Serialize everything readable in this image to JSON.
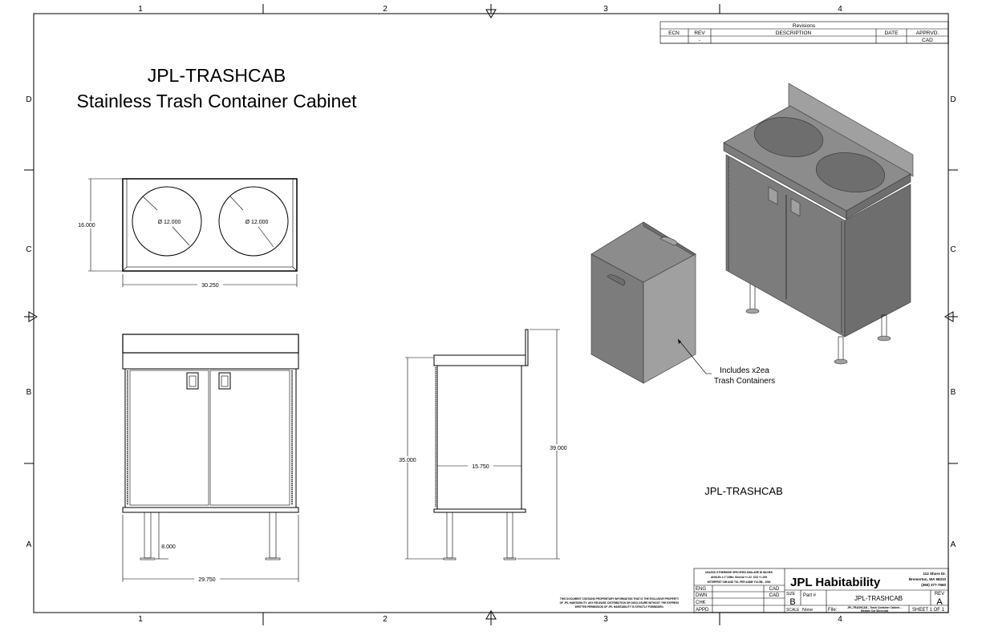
{
  "title": {
    "part": "JPL-TRASHCAB",
    "description": "Stainless Trash Container Cabinet"
  },
  "zones": {
    "columns": [
      "1",
      "2",
      "3",
      "4"
    ],
    "rows": [
      "D",
      "C",
      "B",
      "A"
    ]
  },
  "revisions": {
    "heading": "Revisions",
    "headers": [
      "ECN",
      "REV",
      "DESCRIPTION",
      "DATE",
      "APPRVD."
    ],
    "rows": [
      {
        "ecn": "",
        "rev": "-",
        "description": "",
        "date": "",
        "apprvd": "CAD"
      }
    ]
  },
  "dimensions": {
    "top_depth": "16.000",
    "top_width": "30.250",
    "hole_1": "Ø 12.000",
    "hole_2": "Ø 12.000",
    "front_width": "29.750",
    "leg_height": "8.000",
    "side_height": "35.000",
    "overall_height": "39.000",
    "side_depth": "15.750"
  },
  "callout": {
    "line1": "Includes x2ea",
    "line2": "Trash Containers"
  },
  "iso_label": "JPL-TRASHCAB",
  "disclaimer": [
    "THIS DOCUMENT CONTAINS PROPRIETARY INFORMATION THAT IS THE EXCLUSIVE PROPERTY",
    "OF JPL HABITABILITY.  ANY RELEASE, DISTRIBUTION OR DISCLOSURE WITHOUT THE EXPRESS",
    "WRITTEN PERMISSION OF JPL HABITABILITY IS STRICTLY FORBIDDEN."
  ],
  "title_block": {
    "notes": [
      "UNLESS OTHERWISE SPECIFIED DIMs ARE IN INCHES",
      "ANGLEs ± 1°   DIMs: General +/-.02  .XXX +/-.005",
      "INTERPRET DIM AND TOL PER ASME Y14.5M - 1994"
    ],
    "approvals": [
      {
        "role": "ENG",
        "name": "",
        "by": "CAD"
      },
      {
        "role": "DWN",
        "name": "",
        "by": "CAD"
      },
      {
        "role": "CHK",
        "name": "",
        "by": ""
      },
      {
        "role": "APPD",
        "name": "",
        "by": ""
      }
    ],
    "company": "JPL Habitability",
    "address": [
      "112  Shore Dr.",
      "Bremerton, WA 98310",
      "(360) 377-7660"
    ],
    "size_label": "SIZE",
    "size": "B",
    "part_label": "Part #",
    "part": "JPL-TRASHCAB",
    "rev_label": "REV",
    "rev": "A",
    "scale_label": "SCALE",
    "scale": "None",
    "file_label": "File:",
    "file": [
      "JPL-TRASHCAB – Trash Container Cabinet –",
      "Website Cut Sheet.dwt"
    ],
    "sheet": "SHEET 1 OF 1"
  }
}
